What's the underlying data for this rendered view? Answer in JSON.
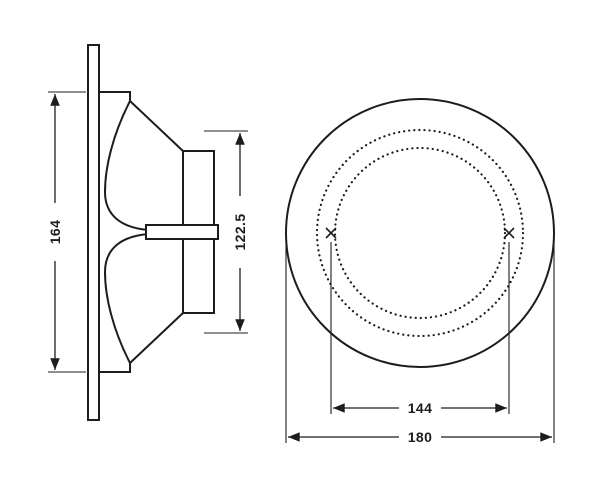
{
  "drawing": {
    "background": "#ffffff",
    "line_color": "#1d1d1d",
    "side_view": {
      "overall_height": "164",
      "body_height": "122.5"
    },
    "front_view": {
      "hole_spacing": "144",
      "overall_diameter": "180"
    }
  }
}
